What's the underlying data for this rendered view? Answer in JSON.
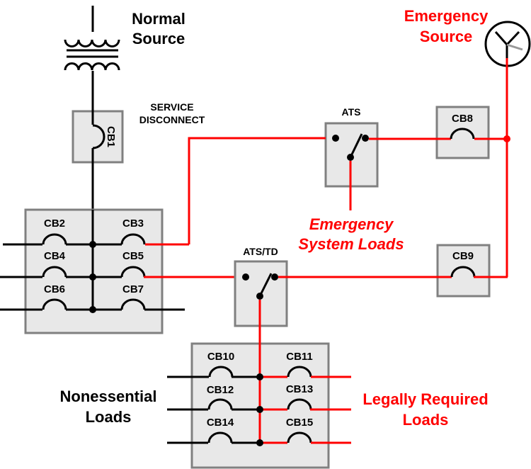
{
  "colors": {
    "normal_wire": "#000000",
    "emergency_wire": "#ff0000",
    "box_fill": "#e8e8e8",
    "box_stroke": "#808080"
  },
  "labels": {
    "normal_source": [
      "Normal",
      "Source"
    ],
    "emergency_source": [
      "Emergency",
      "Source"
    ],
    "service_disconnect": [
      "SERVICE",
      "DISCONNECT"
    ],
    "ats": "ATS",
    "ats_td": "ATS/TD",
    "emergency_system_loads": [
      "Emergency",
      "System Loads"
    ],
    "nonessential_loads": [
      "Nonessential",
      "Loads"
    ],
    "legally_required_loads": [
      "Legally Required",
      "Loads"
    ]
  },
  "breakers": {
    "cb1": "CB1",
    "panel1": [
      "CB2",
      "CB3",
      "CB4",
      "CB5",
      "CB6",
      "CB7"
    ],
    "cb8": "CB8",
    "cb9": "CB9",
    "panel2": [
      "CB10",
      "CB11",
      "CB12",
      "CB13",
      "CB14",
      "CB15"
    ]
  },
  "icons": {
    "transformer": "transformer-icon",
    "generator": "generator-icon",
    "ats_switch": "transfer-switch-icon"
  }
}
